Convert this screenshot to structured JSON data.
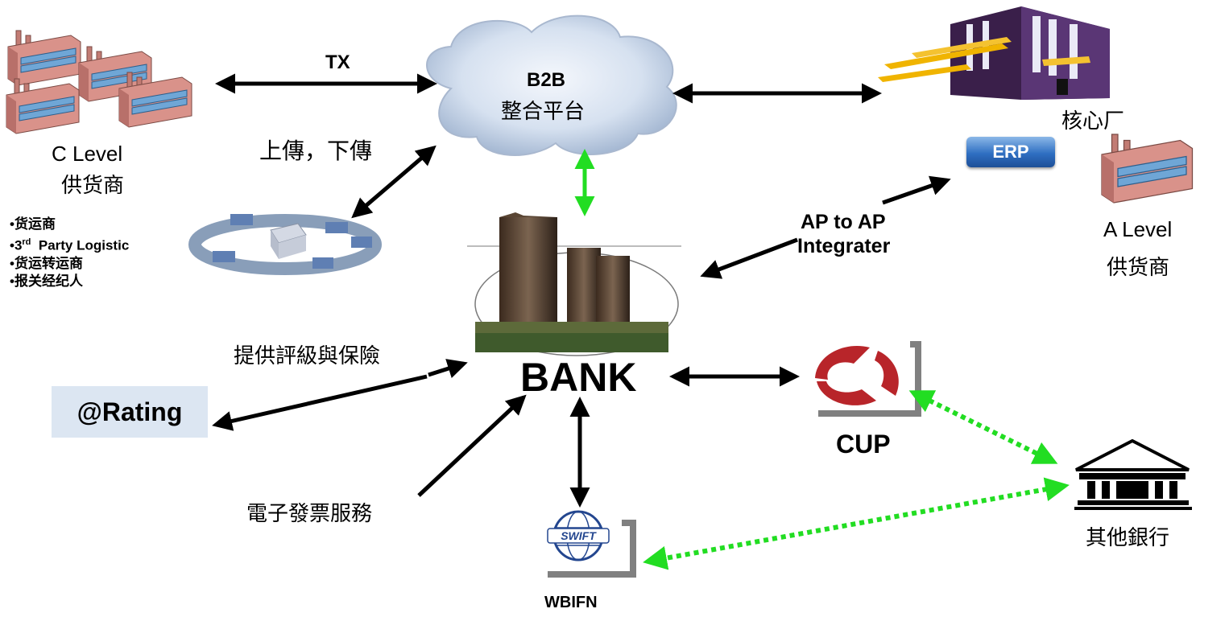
{
  "nodes": {
    "c_level": {
      "line1": "C Level",
      "line2": "供货商"
    },
    "cloud": {
      "line1": "B2B",
      "line2": "整合平台"
    },
    "core_factory": {
      "label": "核心厂"
    },
    "erp": {
      "label": "ERP"
    },
    "a_level": {
      "line1": "A Level",
      "line2": "供货商"
    },
    "bank": {
      "label": "BANK"
    },
    "rating": {
      "label": "@Rating"
    },
    "cup": {
      "label": "CUP"
    },
    "other_banks": {
      "label": "其他銀行"
    },
    "wbifn": {
      "label": "WBIFN"
    },
    "swift": {
      "label": "SWIFT"
    }
  },
  "edges": {
    "tx": "TX",
    "upload_download": "上傳，下傳",
    "ap_integrator_line1": "AP to AP",
    "ap_integrator_line2": "Integrater",
    "rating_insurance": "提供評級與保險",
    "e_invoice": "電子發票服務"
  },
  "logistics_list": [
    {
      "prefix": "•货运商",
      "sup": "",
      "rest": ""
    },
    {
      "prefix": "•3",
      "sup": "rd",
      "rest": "  Party Logistic"
    },
    {
      "prefix": "•货运转运商",
      "sup": "",
      "rest": ""
    },
    {
      "prefix": "•报关经纪人",
      "sup": "",
      "rest": ""
    }
  ],
  "colors": {
    "arrow_black": "#000000",
    "arrow_green": "#22dd22",
    "factory": "#d9928a",
    "cloud": "#c9d8ec",
    "rating_bg": "#dce6f2"
  }
}
